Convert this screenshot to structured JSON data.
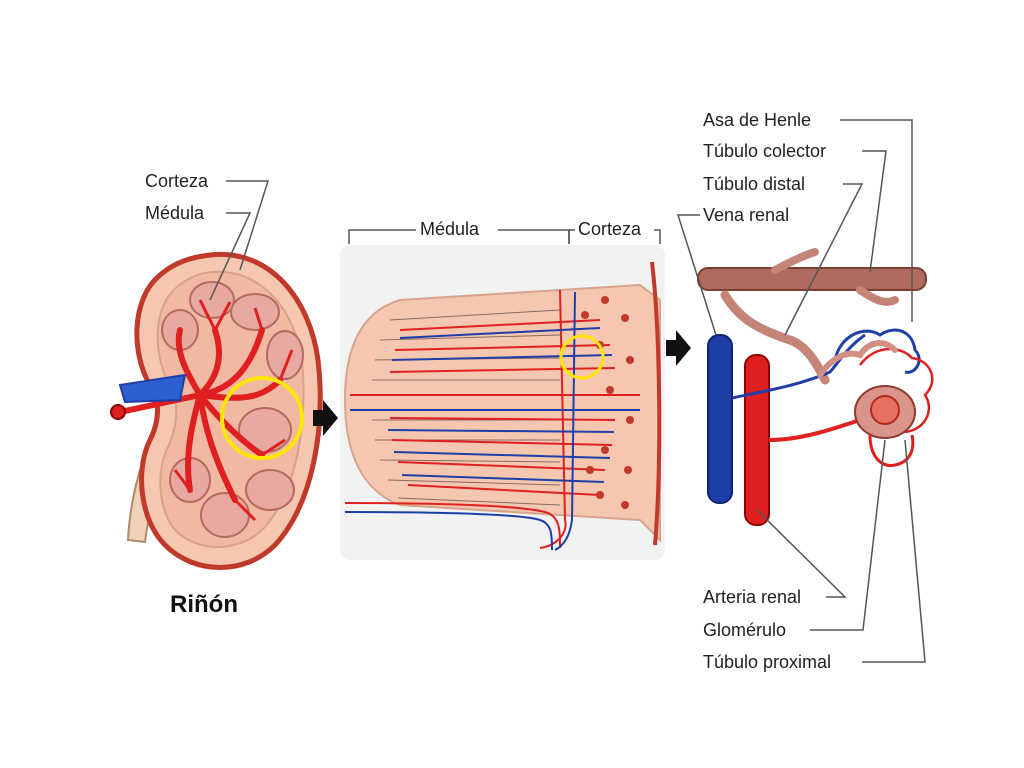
{
  "kidney": {
    "title": "Riñón",
    "labels": {
      "corteza": "Corteza",
      "medula": "Médula"
    }
  },
  "section": {
    "labels": {
      "medula": "Médula",
      "corteza": "Corteza"
    }
  },
  "nephron": {
    "labels": {
      "asa_de_henle": "Asa de Henle",
      "tubulo_colector": "Túbulo colector",
      "tubulo_distal": "Túbulo distal",
      "vena_renal": "Vena renal",
      "arteria_renal": "Arteria renal",
      "glomerulo": "Glomérulo",
      "tubulo_proximal": "Túbulo proximal"
    }
  },
  "colors": {
    "artery": "#e02020",
    "vein": "#1f3fa8",
    "tissue": "#f3c3ae",
    "tissue_edge": "#c0392b",
    "highlight": "#ffe600",
    "duct": "#a0524a"
  }
}
